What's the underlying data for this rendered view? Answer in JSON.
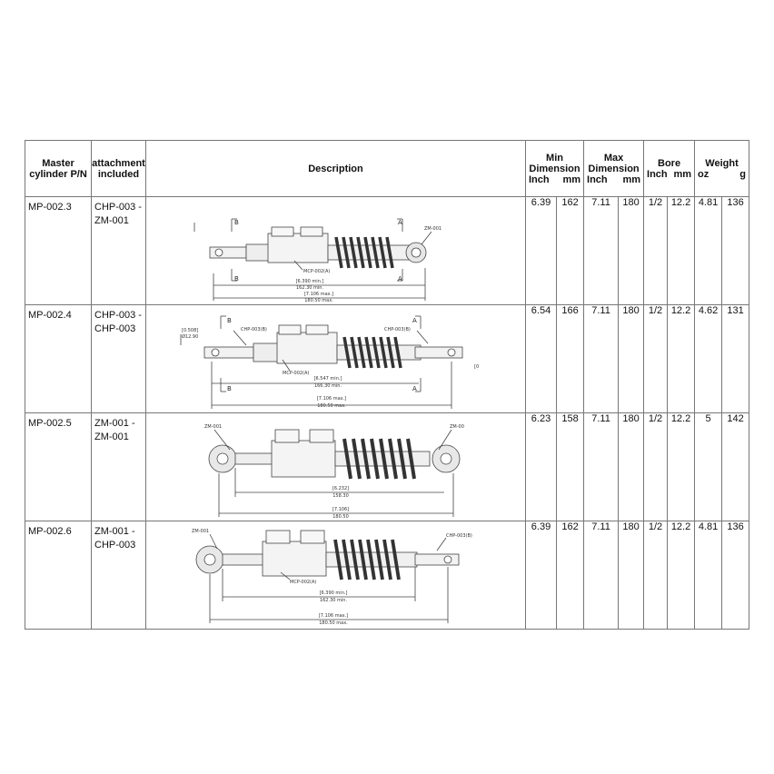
{
  "headers": {
    "master": [
      "Master",
      "cylinder P/N"
    ],
    "attachment": [
      "attachment",
      "included"
    ],
    "description": "Description",
    "min": [
      "Min",
      "Dimension"
    ],
    "max": [
      "Max",
      "Dimension"
    ],
    "bore": "Bore",
    "weight": "Weight",
    "unit_inch": "Inch",
    "unit_mm": "mm",
    "unit_oz": "oz",
    "unit_g": "g"
  },
  "rows": [
    {
      "pn": "MP-002.3",
      "att1": "CHP-003 -",
      "att2": "ZM-001",
      "min_in": "6.39",
      "min_mm": "162",
      "max_in": "7.11",
      "max_mm": "180",
      "bore_in": "1/2",
      "bore_mm": "12.2",
      "w_oz": "4.81",
      "w_g": "136",
      "drawing": {
        "left_label": "",
        "right_label": "ZM-001",
        "body_label": "MCP-002(A)",
        "dim_min": "[6.390 min.]",
        "dim_min_mm": "162.30 min.",
        "dim_max": "[7.106 max.]",
        "dim_max_mm": "180.50 max.",
        "sec_b": "B",
        "sec_a": "A",
        "side_left": "",
        "side_right": ""
      }
    },
    {
      "pn": "MP-002.4",
      "att1": "CHP-003 -",
      "att2": "CHP-003",
      "min_in": "6.54",
      "min_mm": "166",
      "max_in": "7.11",
      "max_mm": "180",
      "bore_in": "1/2",
      "bore_mm": "12.2",
      "w_oz": "4.62",
      "w_g": "131",
      "drawing": {
        "left_label": "CHP-003(B)",
        "right_label": "CHP-003(B)",
        "body_label": "MCP-002(A)",
        "dim_min": "[6.547 min.]",
        "dim_min_mm": "166.30 min.",
        "dim_max": "[7.106 max.]",
        "dim_max_mm": "180.50 max.",
        "sec_b": "B",
        "sec_a": "A",
        "side_left": "[0.508]",
        "side_left_mm": "Ø12.90",
        "side_right": "[0"
      }
    },
    {
      "pn": "MP-002.5",
      "att1": "ZM-001 -",
      "att2": "ZM-001",
      "min_in": "6.23",
      "min_mm": "158",
      "max_in": "7.11",
      "max_mm": "180",
      "bore_in": "1/2",
      "bore_mm": "12.2",
      "w_oz": "5",
      "w_g": "142",
      "drawing": {
        "left_label": "ZM-001",
        "right_label": "ZM-00",
        "body_label": "",
        "dim_min": "[6.232]",
        "dim_min_mm": "158.30",
        "dim_max": "[7.106]",
        "dim_max_mm": "180.50"
      }
    },
    {
      "pn": "MP-002.6",
      "att1": "ZM-001 -",
      "att2": "CHP-003",
      "min_in": "6.39",
      "min_mm": "162",
      "max_in": "7.11",
      "max_mm": "180",
      "bore_in": "1/2",
      "bore_mm": "12.2",
      "w_oz": "4.81",
      "w_g": "136",
      "drawing": {
        "left_label": "ZM-001",
        "right_label": "CHP-003(B)",
        "body_label": "MCP-002(A)",
        "dim_min": "[6.390 min.]",
        "dim_min_mm": "162.30 min.",
        "dim_max": "[7.106 max.]",
        "dim_max_mm": "180.50 max."
      }
    }
  ]
}
